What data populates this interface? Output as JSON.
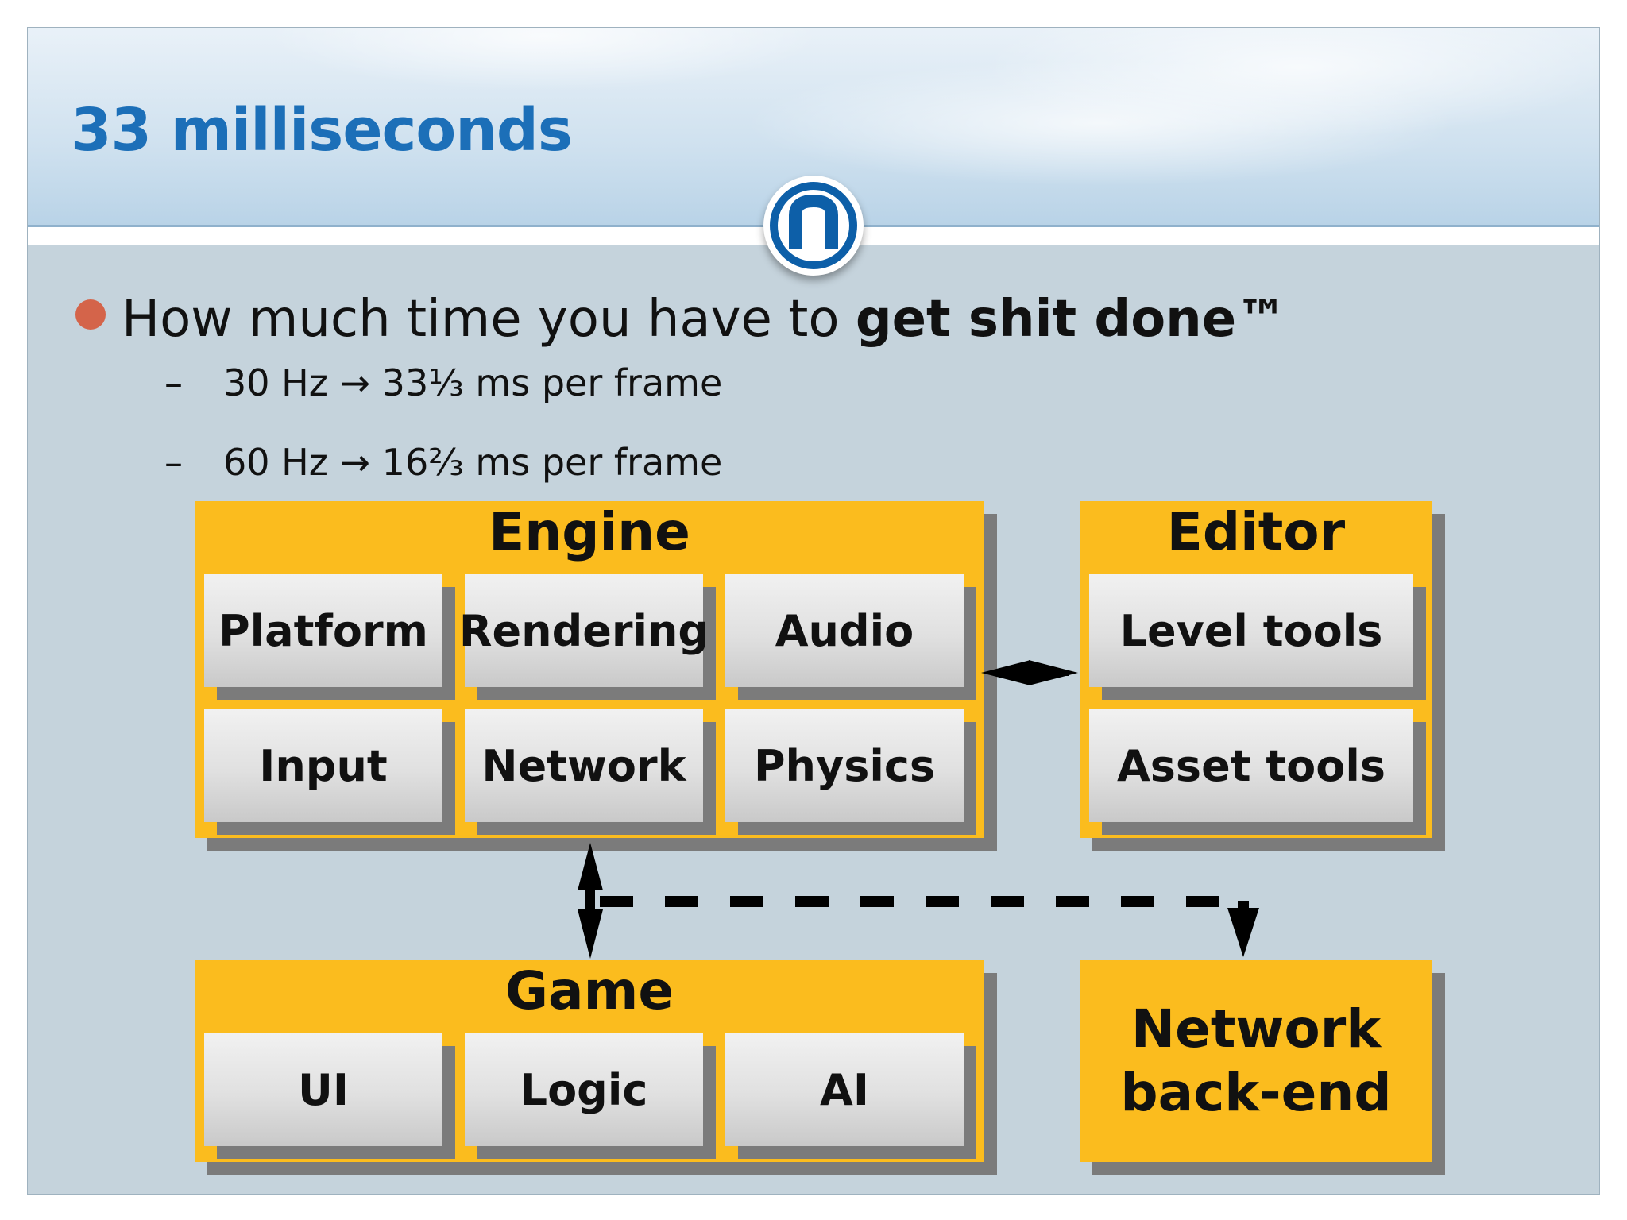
{
  "slide": {
    "title": "33 milliseconds",
    "bullet": {
      "text_before": "How much time you have to ",
      "text_bold": "get shit done™",
      "subitems": [
        {
          "dash": "–",
          "text": "30 Hz → 33⅓ ms per frame"
        },
        {
          "dash": "–",
          "text": "60 Hz → 16⅔ ms per frame"
        }
      ]
    }
  },
  "diagram": {
    "engine": {
      "title": "Engine",
      "boxes": [
        "Platform",
        "Rendering",
        "Audio",
        "Input",
        "Network",
        "Physics"
      ]
    },
    "editor": {
      "title": "Editor",
      "boxes": [
        "Level tools",
        "Asset tools"
      ]
    },
    "game": {
      "title": "Game",
      "boxes": [
        "UI",
        "Logic",
        "AI"
      ]
    },
    "network_backend": {
      "line1": "Network",
      "line2": "back-end"
    },
    "colors": {
      "group_fill": "#fbbc1e",
      "box_fill": "#e2e2e2",
      "shadow": "#7b7b7b",
      "title": "#1c6fb8",
      "bullet": "#d4644a",
      "background": "#c5d3dc"
    }
  },
  "icons": {
    "logo": "n-circle-logo-icon"
  }
}
